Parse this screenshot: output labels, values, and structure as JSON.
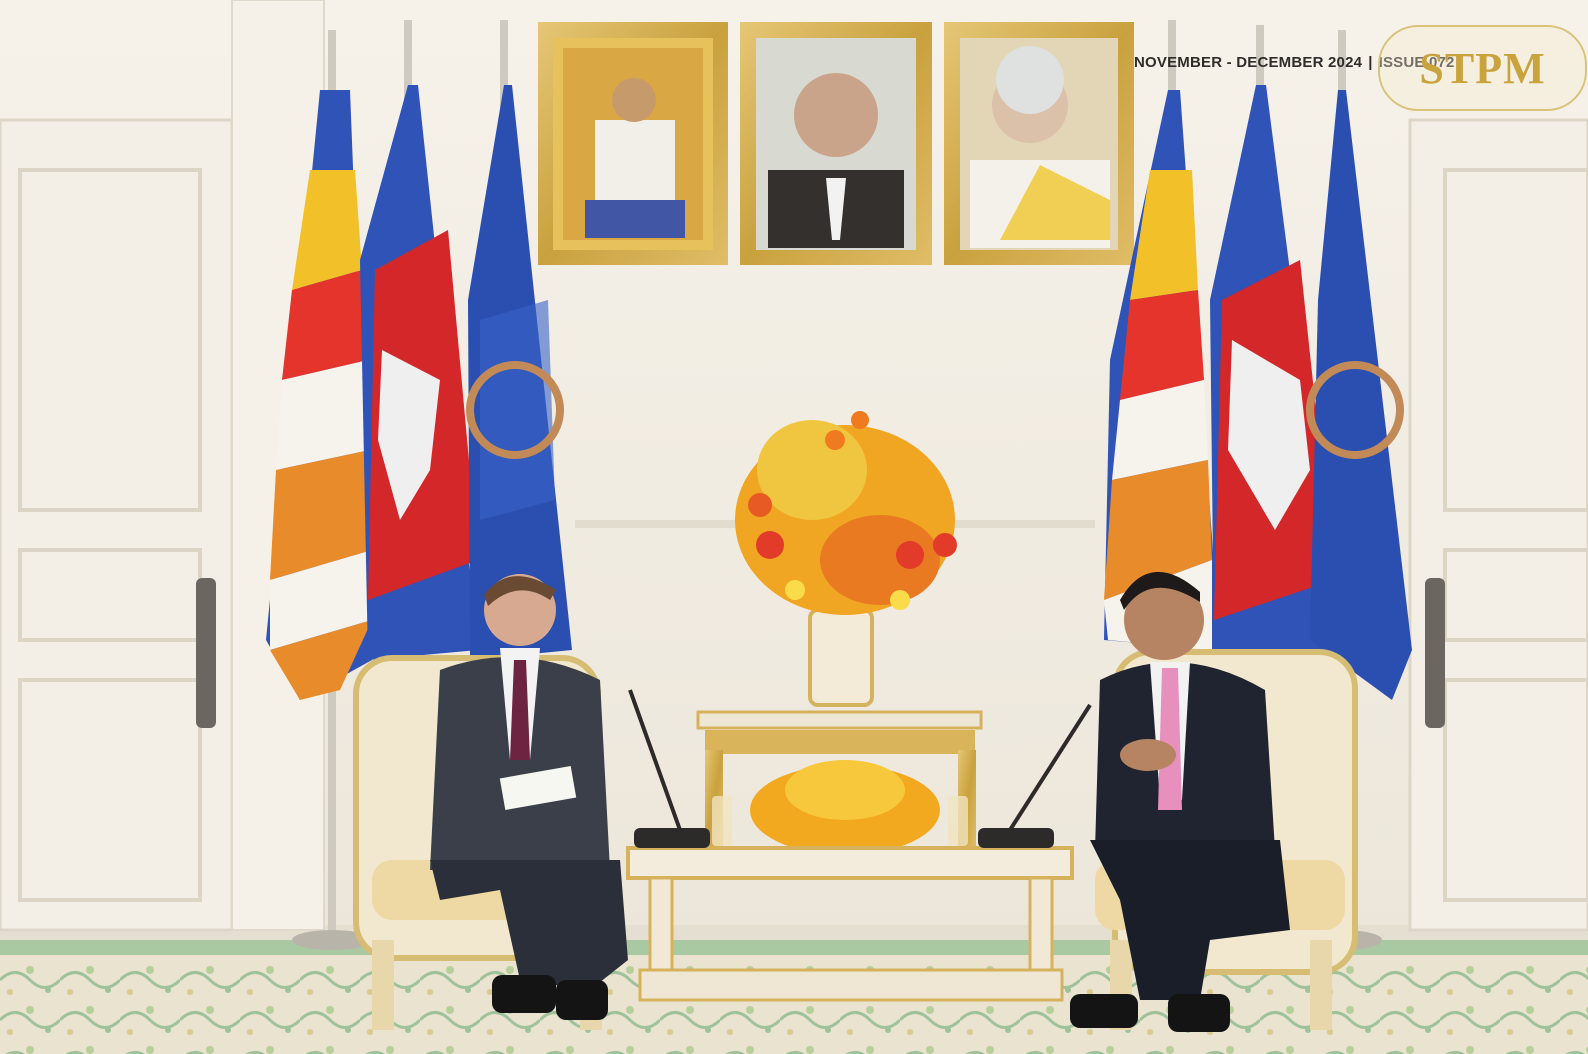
{
  "header": {
    "issue_date": "NOVEMBER - DECEMBER 2024",
    "separator": "|",
    "issue_number": "ISSUE 072"
  },
  "logo": {
    "text": "STPM"
  },
  "colors": {
    "wall": "#f2ede4",
    "gold": "#d6b25c",
    "flag_blue": "#2f53b7",
    "flag_red": "#d3272a",
    "flag_orange": "#e88b2a",
    "carpet_green": "#a8c8a0"
  }
}
